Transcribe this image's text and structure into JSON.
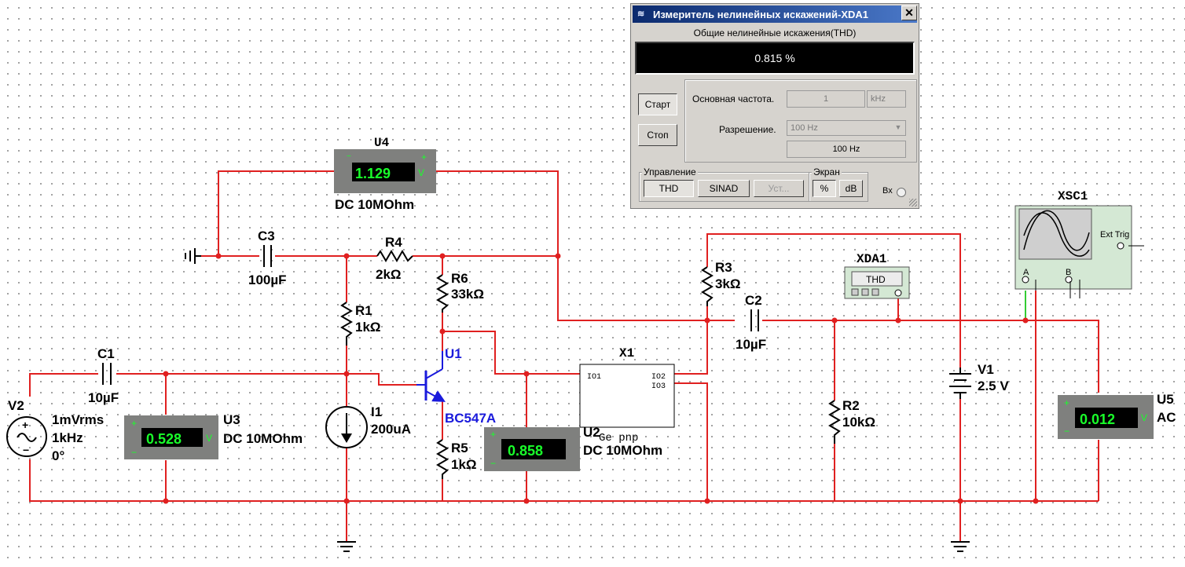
{
  "window": {
    "title": "Измеритель нелинейных искажений-XDA1",
    "close_label": "✕",
    "thd_caption": "Общие нелинейные искажения(THD)",
    "thd_value": "0.815 %",
    "start_label": "Старт",
    "stop_label": "Стоп",
    "fundamental_label": "Основная частота.",
    "fundamental_value": "1",
    "fundamental_unit": "kHz",
    "resolution_label": "Разрешение.",
    "resolution_selected": "100 Hz",
    "resolution_display": "100 Hz",
    "control_group": "Управление",
    "mode_thd": "THD",
    "mode_sinad": "SINAD",
    "mode_set": "Уст...",
    "display_group": "Экран",
    "display_pct": "%",
    "display_db": "dB",
    "input_label": "Вх"
  },
  "components": {
    "U4": {
      "name": "U4",
      "value": "1.129",
      "mode": "DC  10MOhm"
    },
    "C3": {
      "name": "C3",
      "value": "100µF"
    },
    "R4": {
      "name": "R4",
      "value": "2kΩ"
    },
    "R6": {
      "name": "R6",
      "value": "33kΩ"
    },
    "R1": {
      "name": "R1",
      "value": "1kΩ"
    },
    "C1": {
      "name": "C1",
      "value": "10µF"
    },
    "V2": {
      "name": "V2",
      "amp": "1mVrms",
      "freq": "1kHz",
      "phase": "0°"
    },
    "U3": {
      "name": "U3",
      "value": "0.528",
      "mode": "DC  10MOhm"
    },
    "I1": {
      "name": "I1",
      "value": "200uA"
    },
    "U1": {
      "name": "U1",
      "model": "BC547A"
    },
    "R5": {
      "name": "R5",
      "value": "1kΩ"
    },
    "U2": {
      "name": "U2",
      "value": "0.858",
      "mode": "DC  10MOhm"
    },
    "X1": {
      "name": "X1",
      "pin1": "IO1",
      "pin2": "IO2",
      "pin3": "IO3",
      "model": "Ge pnp"
    },
    "R3": {
      "name": "R3",
      "value": "3kΩ"
    },
    "C2": {
      "name": "C2",
      "value": "10µF"
    },
    "XDA1": {
      "name": "XDA1",
      "button": "THD"
    },
    "XSC1": {
      "name": "XSC1",
      "ext_trig": "Ext Trig",
      "ch_a": "A",
      "ch_b": "B"
    },
    "R2": {
      "name": "R2",
      "value": "10kΩ"
    },
    "V1": {
      "name": "V1",
      "value": "2.5 V"
    },
    "U5": {
      "name": "U5",
      "value": "0.012",
      "mode": "AC"
    }
  },
  "colors": {
    "wire": "#e02020",
    "meter_body": "#7f807e",
    "lcd_text": "#19ff2a",
    "transistor": "#1a1adc"
  }
}
